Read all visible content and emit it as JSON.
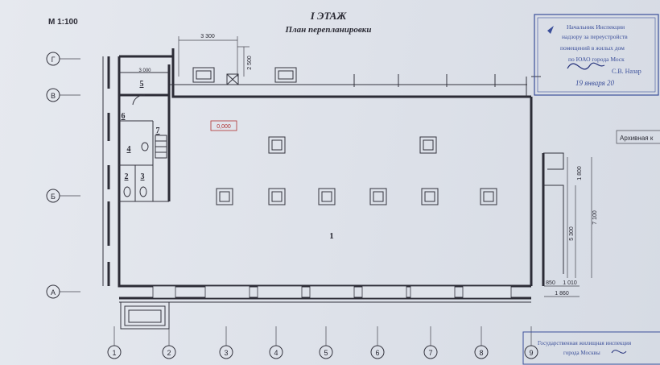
{
  "header": {
    "scale": "М 1:100",
    "floor": "I ЭТАЖ",
    "subtitle": "План перепланировки"
  },
  "level_mark": "0,000",
  "grid": {
    "rows": [
      "Г",
      "В",
      "Б",
      "А"
    ],
    "cols": [
      "1",
      "2",
      "3",
      "4",
      "5",
      "6",
      "7",
      "8",
      "9"
    ]
  },
  "rooms": {
    "main": "1",
    "r2": "2",
    "r3": "3",
    "r4": "4",
    "r5": "5",
    "r6": "6",
    "r7": "7"
  },
  "dims": {
    "top_width": "3 300",
    "top_depth": "2 500",
    "small_width": "3 000",
    "right_1": "1 800",
    "right_2": "5 300",
    "right_3": "7 100",
    "bottom_1": "850",
    "bottom_2": "1 010",
    "bottom_3": "1 860"
  },
  "stamp_top": {
    "lines": [
      "Начальник Инспекции",
      "надзору за переустройств",
      "помещений в жилых дом",
      "по ЮАО города Моск"
    ],
    "name": "С.В. Назар",
    "date": "19 января 20"
  },
  "archive_label": "Архивная к",
  "stamp_bottom": {
    "lines": [
      "Государственная жилищная инспекция",
      "города Москвы"
    ]
  },
  "colors": {
    "stamp": "#3b4f9a",
    "level_mark": "#b03030"
  }
}
